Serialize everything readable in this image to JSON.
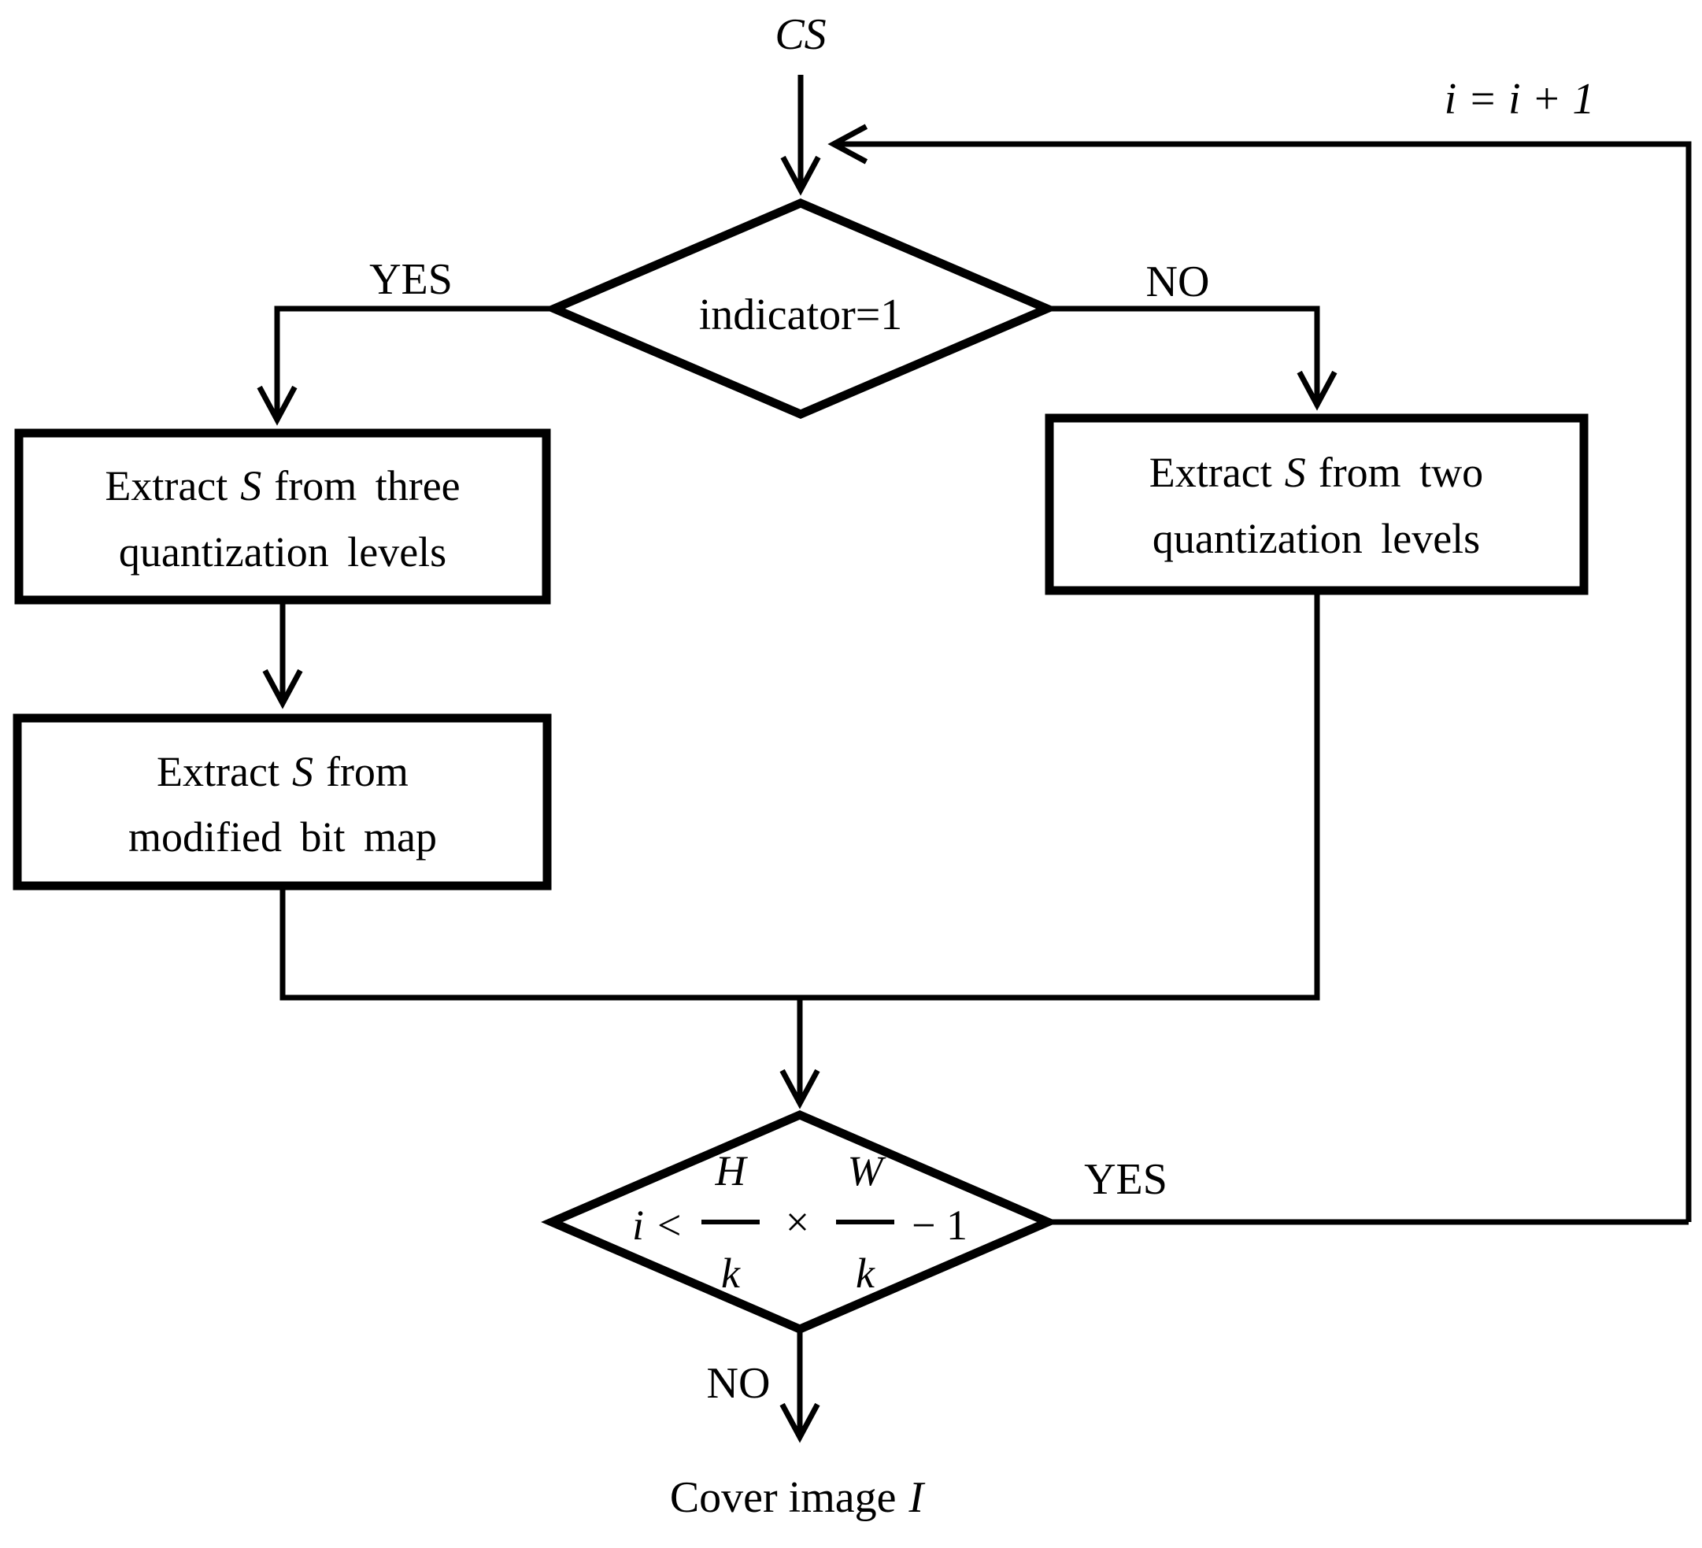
{
  "colors": {
    "stroke": "#000000",
    "background": "#ffffff"
  },
  "start": {
    "label": "CS"
  },
  "loop": {
    "increment_label": "i = i + 1"
  },
  "decision_indicator": {
    "label": "indicator=1"
  },
  "branches": {
    "yes_top": "YES",
    "no_top": "NO",
    "yes_bottom": "YES",
    "no_bottom": "NO"
  },
  "box_three_levels": {
    "line1_pre": "Extract",
    "line1_var": "S",
    "line1_post": "from three",
    "line2": "quantization levels"
  },
  "box_modified_bitmap": {
    "line1_pre": "Extract",
    "line1_var": "S",
    "line1_post": "from",
    "line2": "modified bit map"
  },
  "box_two_levels": {
    "line1_pre": "Extract",
    "line1_var": "S",
    "line1_post": "from two",
    "line2": "quantization levels"
  },
  "decision_loop": {
    "lhs": "i <",
    "frac1_num": "H",
    "frac1_den": "k",
    "operator": "×",
    "frac2_num": "W",
    "frac2_den": "k",
    "rhs": "− 1"
  },
  "end": {
    "label_pre": "Cover image",
    "label_var": "I"
  }
}
